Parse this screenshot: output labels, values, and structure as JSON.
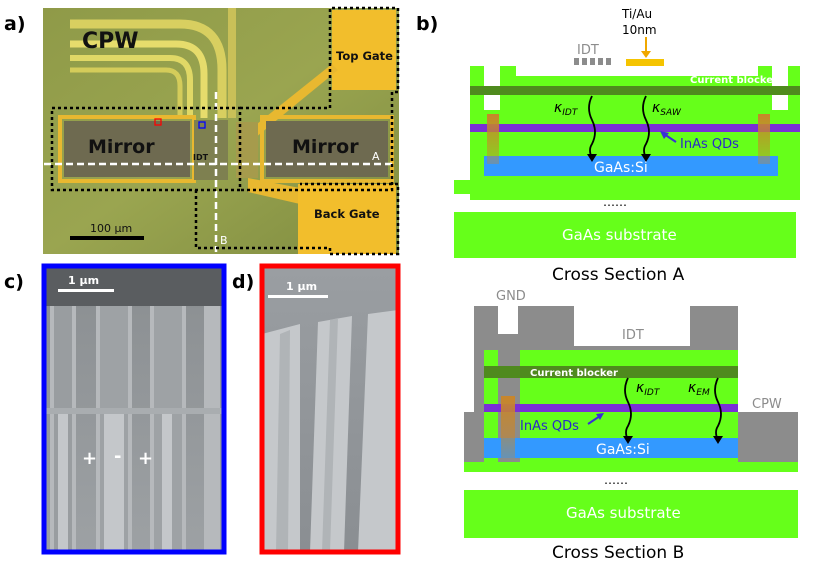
{
  "panels": {
    "a": {
      "letter": "a)",
      "labels": {
        "cpw": "CPW",
        "top_gate": "Top Gate",
        "back_gate": "Back Gate",
        "mirror_left": "Mirror",
        "mirror_right": "Mirror",
        "idt": "IDT",
        "cut_a": "A",
        "cut_b": "B",
        "scale": "100 μm"
      }
    },
    "b": {
      "letter": "b)",
      "section_a": {
        "caption": "Cross Section A",
        "idt": "IDT",
        "metal_line1": "Ti/Au",
        "metal_line2": "10nm",
        "current_blocker": "Current blocker",
        "kappa_idt": "κ",
        "kappa_idt_sub": "IDT",
        "kappa_saw": "κ",
        "kappa_saw_sub": "SAW",
        "qds": "InAs QDs",
        "doped": "GaAs:Si",
        "dots": "……",
        "substrate": "GaAs substrate"
      },
      "section_b": {
        "caption": "Cross Section B",
        "gnd": "GND",
        "idt": "IDT",
        "current_blocker": "Current blocker",
        "kappa_idt": "κ",
        "kappa_idt_sub": "IDT",
        "kappa_em": "κ",
        "kappa_em_sub": "EM",
        "qds": "InAs QDs",
        "cpw": "CPW",
        "doped": "GaAs:Si",
        "dots": "……",
        "substrate": "GaAs substrate"
      }
    },
    "c": {
      "letter": "c)",
      "scale": "1 μm",
      "polarity": [
        "+",
        "-",
        "+"
      ]
    },
    "d": {
      "letter": "d)",
      "scale": "1 μm"
    }
  },
  "colors": {
    "layer_green": "#66ff1a",
    "doped_blue": "#3399ff",
    "qd_purple": "#7a2fd6",
    "blocker": "#4f8a1e",
    "metal_gray": "#7f7f7f",
    "gold": "#f5c400",
    "contact_orange": "#c88a2a",
    "frame_c": "#0000ff",
    "frame_d": "#ff0000"
  }
}
